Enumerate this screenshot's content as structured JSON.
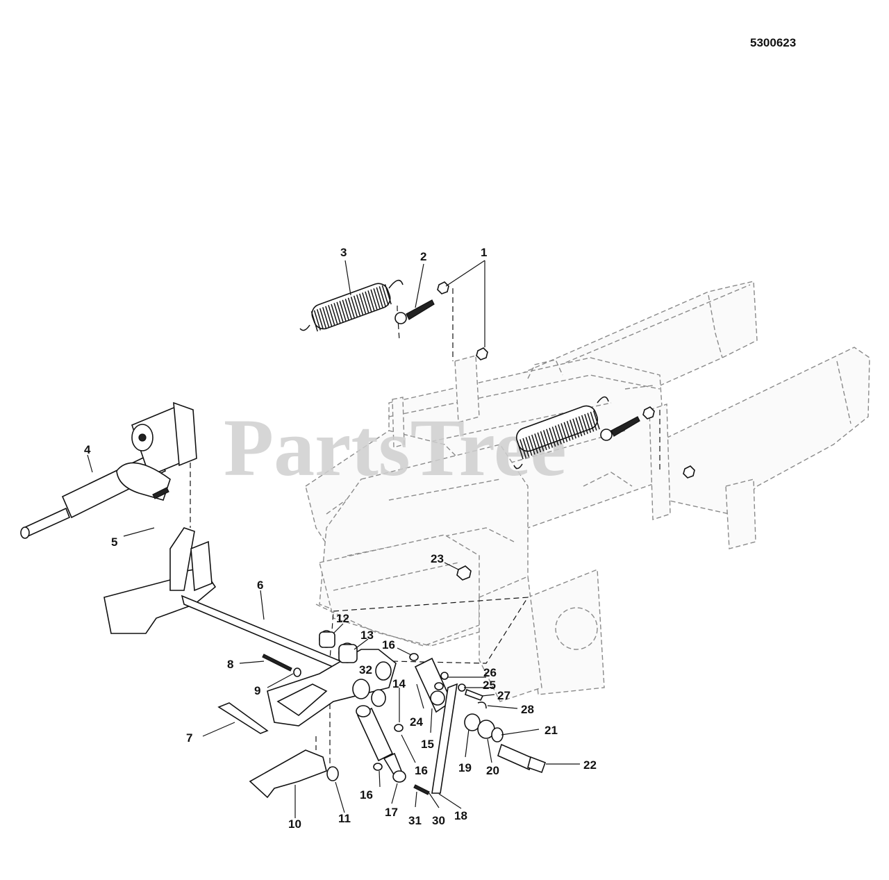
{
  "document_number": "5300623",
  "watermark": "PartsTree",
  "callouts": [
    {
      "id": "c1",
      "label": "1"
    },
    {
      "id": "c2",
      "label": "2"
    },
    {
      "id": "c3",
      "label": "3"
    },
    {
      "id": "c4",
      "label": "4"
    },
    {
      "id": "c5",
      "label": "5"
    },
    {
      "id": "c6",
      "label": "6"
    },
    {
      "id": "c7",
      "label": "7"
    },
    {
      "id": "c8",
      "label": "8"
    },
    {
      "id": "c9",
      "label": "9"
    },
    {
      "id": "c10",
      "label": "10"
    },
    {
      "id": "c11",
      "label": "11"
    },
    {
      "id": "c12",
      "label": "12"
    },
    {
      "id": "c13",
      "label": "13"
    },
    {
      "id": "c14",
      "label": "14"
    },
    {
      "id": "c15",
      "label": "15"
    },
    {
      "id": "c16a",
      "label": "16"
    },
    {
      "id": "c16b",
      "label": "16"
    },
    {
      "id": "c16c",
      "label": "16"
    },
    {
      "id": "c17",
      "label": "17"
    },
    {
      "id": "c18",
      "label": "18"
    },
    {
      "id": "c19",
      "label": "19"
    },
    {
      "id": "c20",
      "label": "20"
    },
    {
      "id": "c21",
      "label": "21"
    },
    {
      "id": "c22",
      "label": "22"
    },
    {
      "id": "c23",
      "label": "23"
    },
    {
      "id": "c24",
      "label": "24"
    },
    {
      "id": "c25",
      "label": "25"
    },
    {
      "id": "c26",
      "label": "26"
    },
    {
      "id": "c27",
      "label": "27"
    },
    {
      "id": "c28",
      "label": "28"
    },
    {
      "id": "c30",
      "label": "30"
    },
    {
      "id": "c31",
      "label": "31"
    },
    {
      "id": "c32",
      "label": "32"
    }
  ]
}
